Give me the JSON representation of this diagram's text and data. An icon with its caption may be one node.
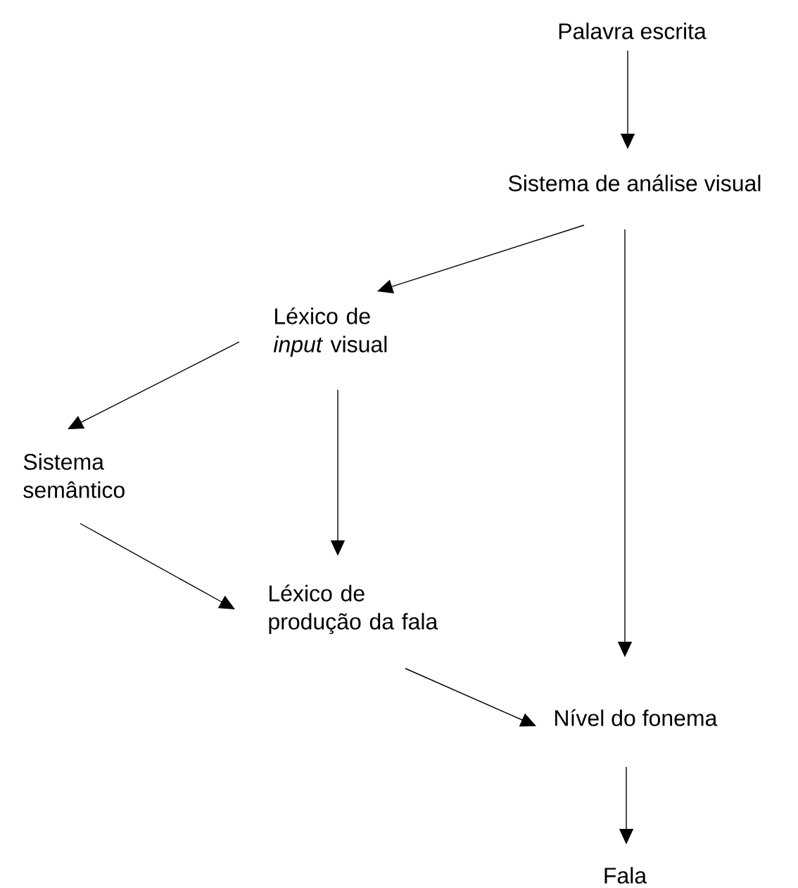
{
  "diagram": {
    "nodes": [
      {
        "text": [
          "Palavra escrita"
        ]
      },
      {
        "text": [
          "Sistema de análise visual"
        ]
      },
      {
        "text": [
          "Léxico de *input* visual"
        ]
      },
      {
        "text": [
          "Sistema semântico"
        ]
      },
      {
        "text": [
          "Léxico de produção da fala"
        ]
      },
      {
        "text": [
          "Nível do fonema"
        ]
      },
      {
        "text": [
          "Fala"
        ]
      }
    ],
    "edges": [
      {
        "from": 0,
        "to": 1,
        "arrow": "to"
      },
      {
        "from": 1,
        "to": 2,
        "arrow": "to"
      },
      {
        "from": 1,
        "to": 5,
        "arrow": "to"
      },
      {
        "from": 2,
        "to": 3,
        "arrow": "to"
      },
      {
        "from": 2,
        "to": 4,
        "arrow": "to"
      },
      {
        "from": 3,
        "to": 4,
        "arrow": "to"
      },
      {
        "from": 4,
        "to": 5,
        "arrow": "to"
      },
      {
        "from": 5,
        "to": 6,
        "arrow": "to"
      }
    ]
  }
}
